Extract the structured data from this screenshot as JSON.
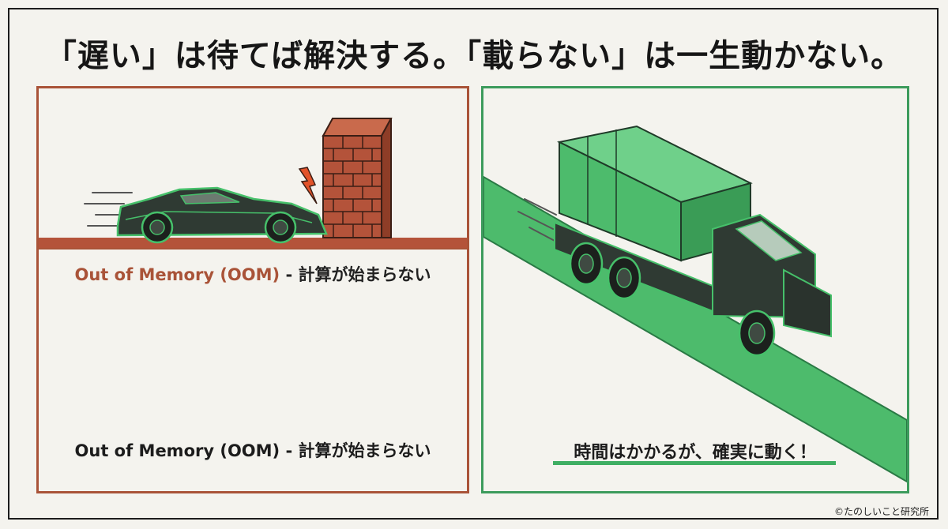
{
  "title": "「遅い」は待てば解決する。「載らない」は一生動かない。",
  "left_panel": {
    "caption_accent": "Out of Memory (OOM)",
    "caption_rest": " - 計算が始まらない",
    "caption_bottom": "Out of Memory (OOM) - 計算が始まらない"
  },
  "right_panel": {
    "caption": "時間はかかるが、確実に動く！"
  },
  "copyright": "©たのしいこと研究所",
  "colors": {
    "accent_red": "#a95338",
    "accent_green": "#3c9b5c",
    "brick": "#b4533a",
    "truck_green": "#4dbb6c"
  },
  "icons": {
    "car": "sports-car-illustration",
    "wall": "brick-wall-illustration",
    "crash": "lightning-bolt-icon",
    "truck": "cargo-truck-illustration"
  }
}
